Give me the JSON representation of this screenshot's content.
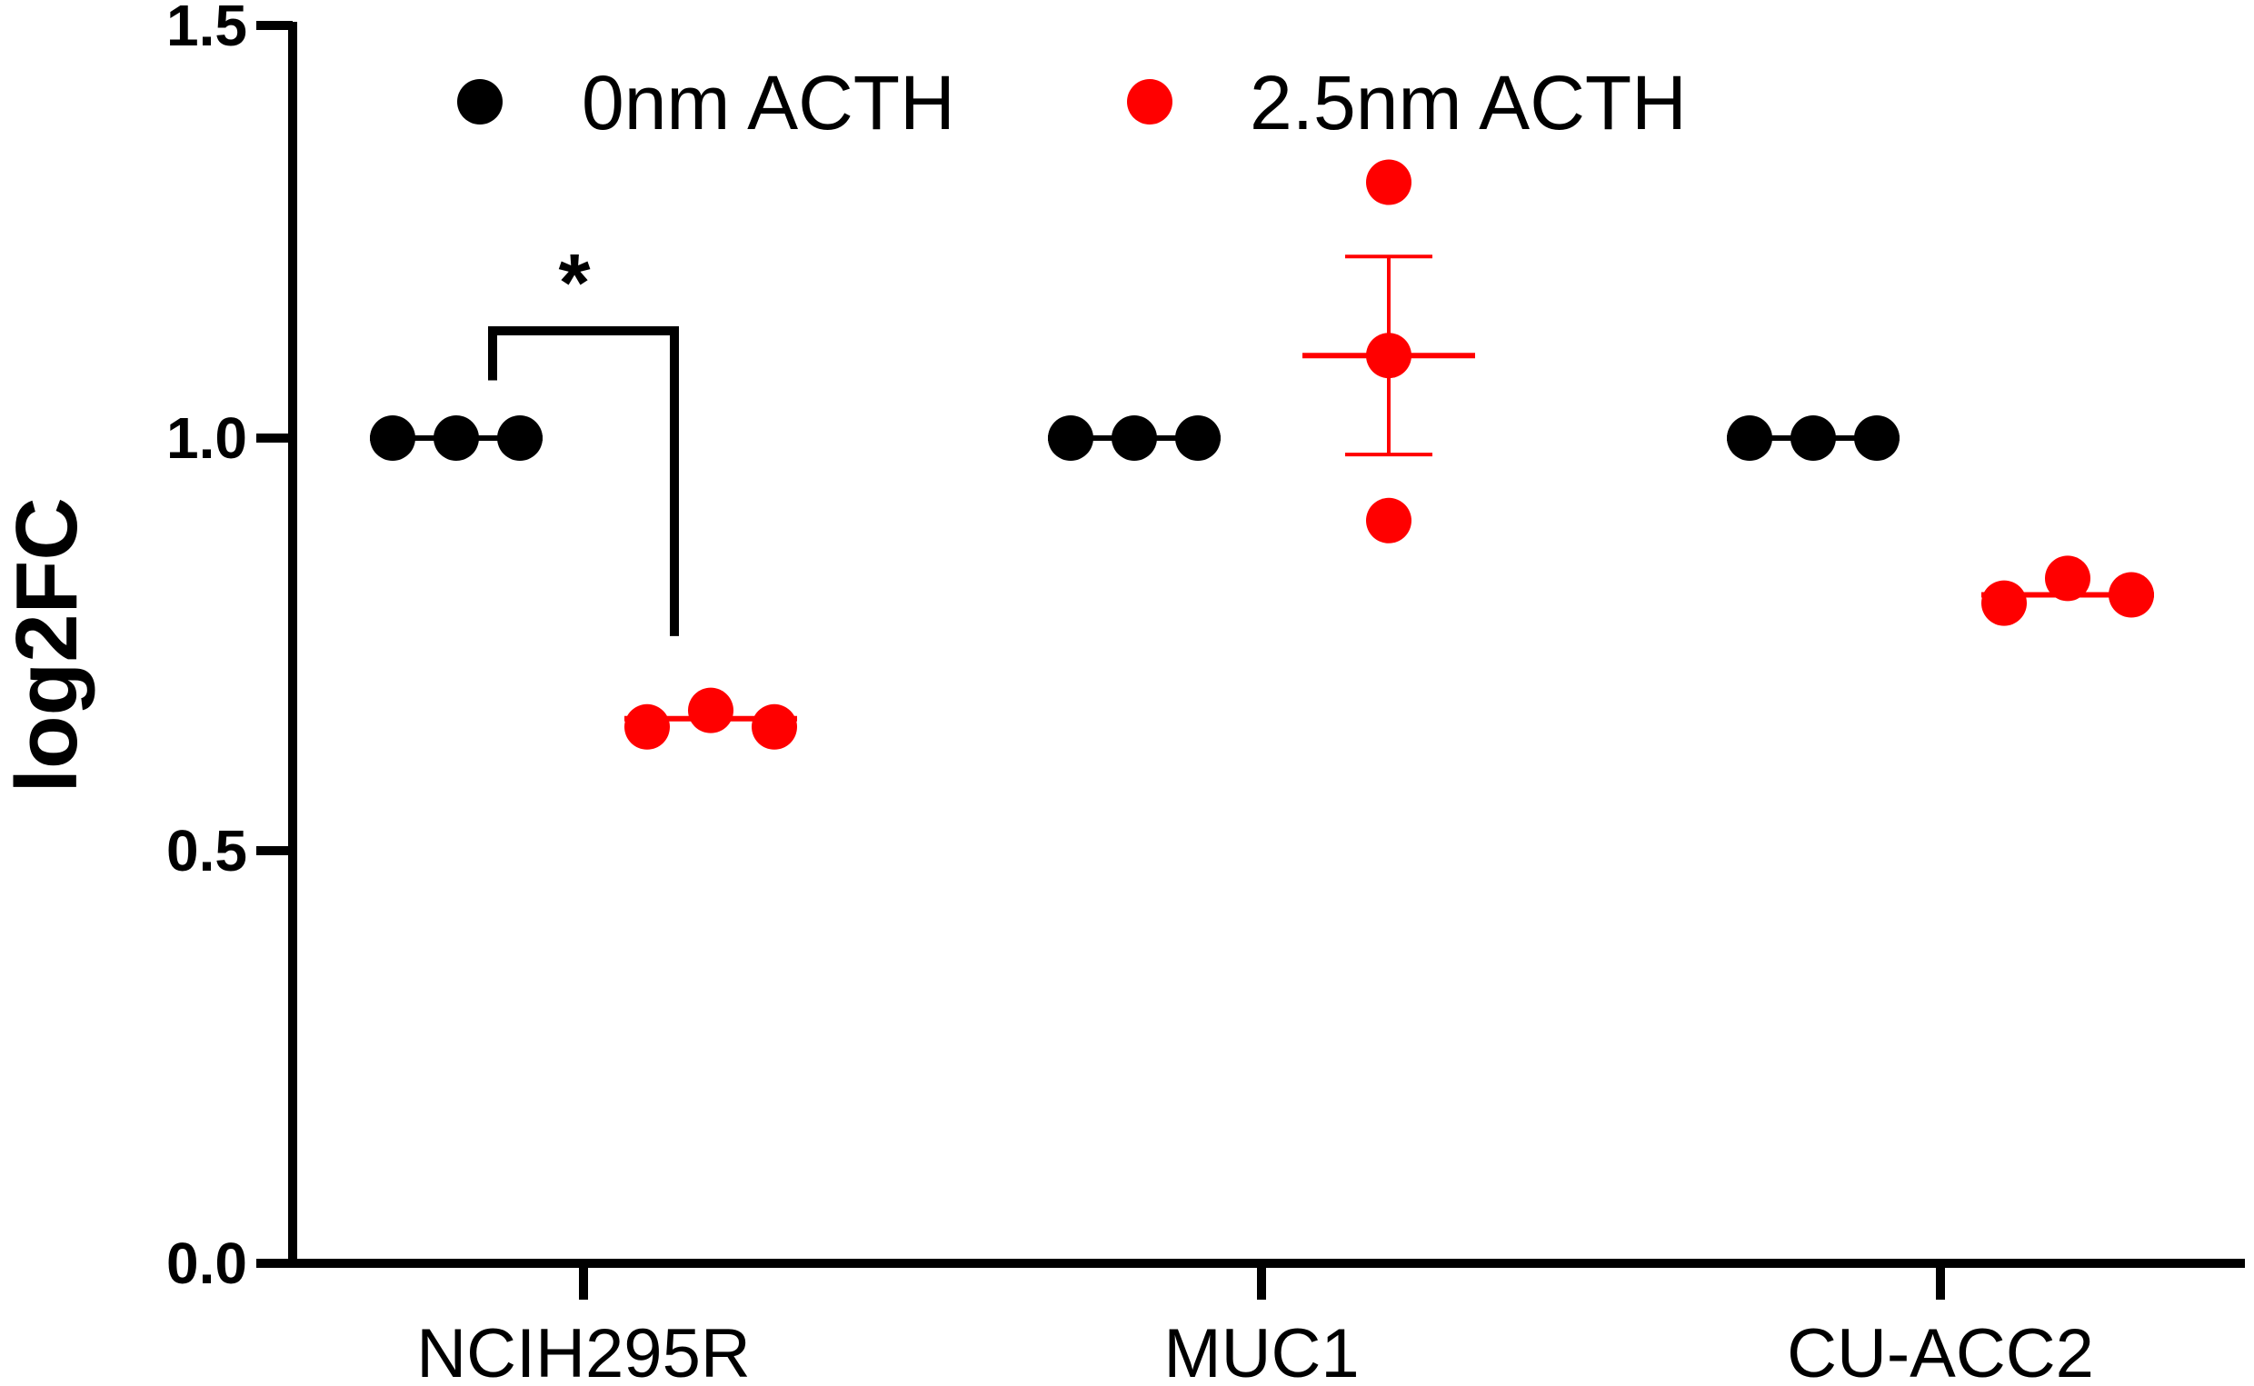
{
  "chart_data": {
    "type": "scatter",
    "title": "",
    "xlabel": "",
    "ylabel": "log2FC",
    "ylim": [
      0,
      1.5
    ],
    "yticks": [
      "0.0",
      "0.5",
      "1.0",
      "1.5"
    ],
    "categories": [
      "NCIH295R",
      "MUC1",
      "CU-ACC2"
    ],
    "grid": false,
    "legend_position": "top",
    "series": [
      {
        "name": "0nm ACTH",
        "color": "#000000",
        "groups": [
          {
            "category": "NCIH295R",
            "points": [
              1.0,
              1.0,
              1.0
            ],
            "mean": 1.0,
            "sem": 0.0
          },
          {
            "category": "MUC1",
            "points": [
              1.0,
              1.0,
              1.0
            ],
            "mean": 1.0,
            "sem": 0.0
          },
          {
            "category": "CU-ACC2",
            "points": [
              1.0,
              1.0,
              1.0
            ],
            "mean": 1.0,
            "sem": 0.0
          }
        ]
      },
      {
        "name": "2.5nm ACTH",
        "color": "#ff0000",
        "groups": [
          {
            "category": "NCIH295R",
            "points": [
              0.65,
              0.67,
              0.65
            ],
            "mean": 0.66,
            "sem": 0.007
          },
          {
            "category": "MUC1",
            "points": [
              1.31,
              1.1,
              0.9
            ],
            "mean": 1.1,
            "sem": 0.12
          },
          {
            "category": "CU-ACC2",
            "points": [
              0.8,
              0.83,
              0.81
            ],
            "mean": 0.81,
            "sem": 0.01
          }
        ]
      }
    ],
    "annotations": [
      {
        "text": "*",
        "category": "NCIH295R",
        "from_series": 0,
        "to_series": 1
      }
    ]
  }
}
